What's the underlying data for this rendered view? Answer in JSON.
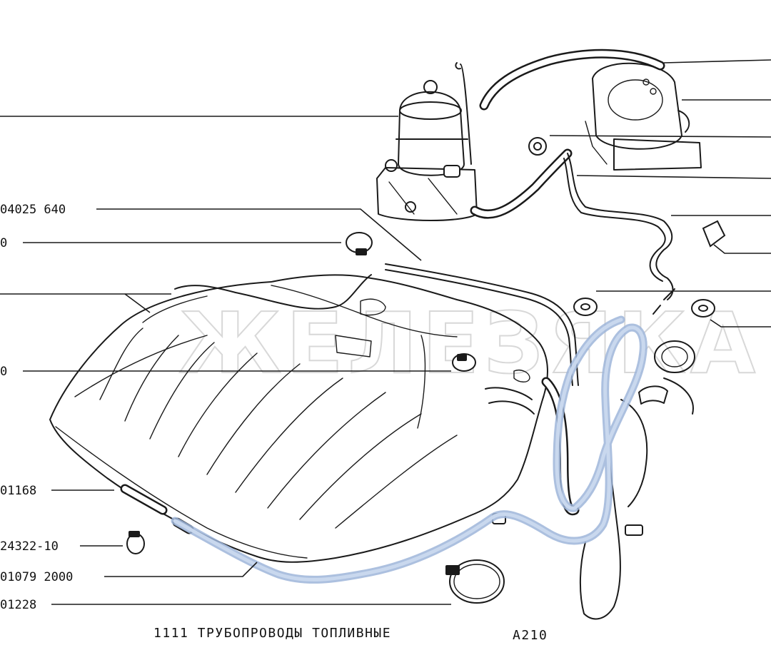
{
  "labels": {
    "l1": "04025 640",
    "l2": "0",
    "l3": "0",
    "l4": "01168",
    "l5": "24322-10",
    "l6": "01079 2000",
    "l7": "01228"
  },
  "caption": "1111 ТРУБОПРОВОДЫ ТОПЛИВНЫЕ",
  "code": "A210",
  "watermark": "ЖЕЛЕЗЯКА",
  "highlight_color": "#9db5d9"
}
